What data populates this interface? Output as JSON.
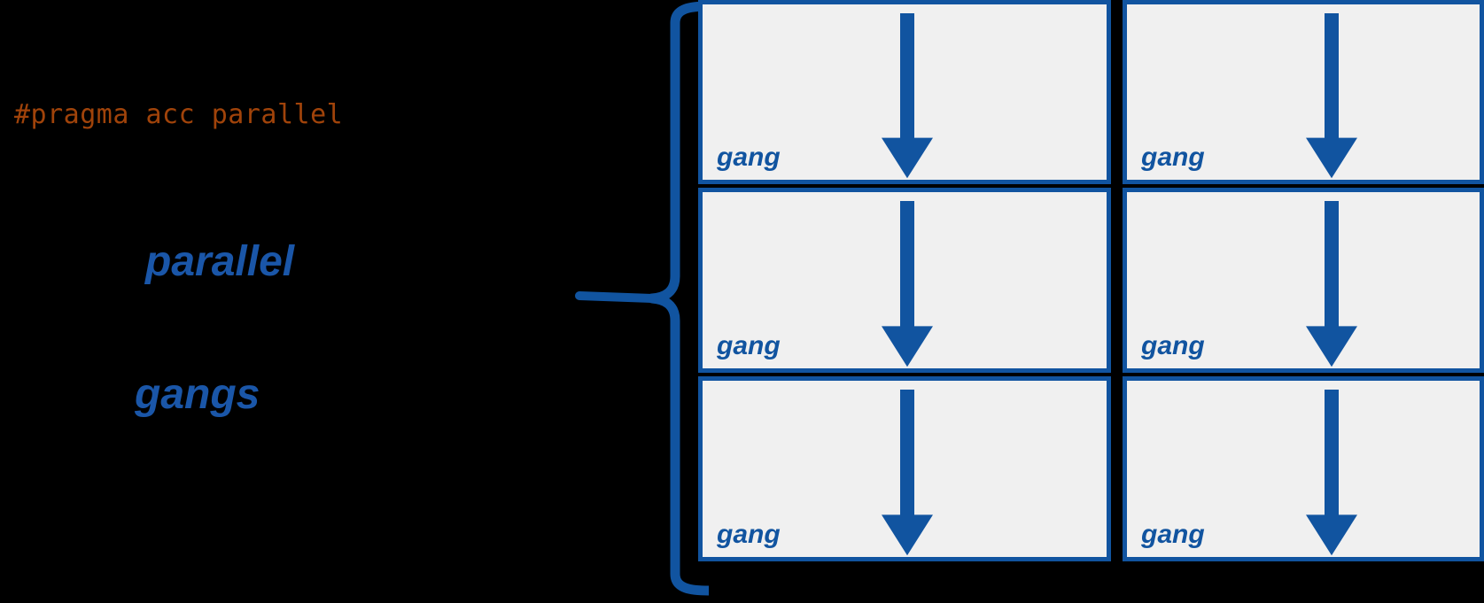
{
  "diagram": {
    "title": "OpenACC parallel gangs diagram",
    "background_color": "#000000",
    "accent_blue": "#1154a0",
    "label_blue": "#1a56a8",
    "code_orange": "#a0430a",
    "cell_fill": "#f0f0f0"
  },
  "code": {
    "pragma_text": "#pragma acc parallel"
  },
  "labels": {
    "parallel": "parallel",
    "gangs": "gangs"
  },
  "brace": {
    "name": "left-curly-brace",
    "orientation": "points-left",
    "color": "#1154a0"
  },
  "grid": {
    "columns": 2,
    "rows": 3,
    "cells": [
      {
        "label": "gang",
        "arrow": "down-arrow"
      },
      {
        "label": "gang",
        "arrow": "down-arrow"
      },
      {
        "label": "gang",
        "arrow": "down-arrow"
      },
      {
        "label": "gang",
        "arrow": "down-arrow"
      },
      {
        "label": "gang",
        "arrow": "down-arrow"
      },
      {
        "label": "gang",
        "arrow": "down-arrow"
      }
    ]
  }
}
